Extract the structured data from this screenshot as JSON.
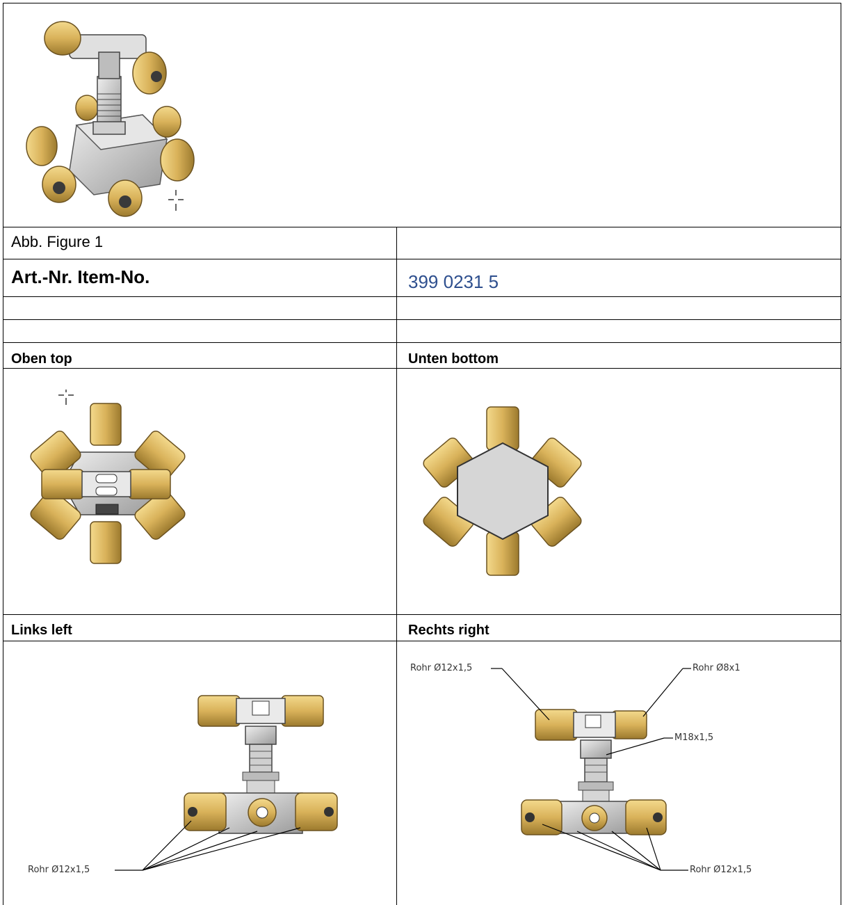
{
  "figure": {
    "caption": "Abb. Figure 1"
  },
  "item": {
    "label": "Art.-Nr. Item-No.",
    "value": "399 0231 5"
  },
  "views": {
    "top": "Oben top",
    "bottom": "Unten bottom",
    "left": "Links left",
    "right": "Rechts right"
  },
  "callouts": {
    "left_pipe": "Rohr Ø12x1,5",
    "right_pipe_top_left": "Rohr Ø12x1,5",
    "right_pipe_top_right": "Rohr Ø8x1",
    "right_thread": "M18x1,5",
    "right_pipe_bottom": "Rohr Ø12x1,5"
  },
  "colors": {
    "brass": "#d9b25a",
    "steel": "#c8c8c8",
    "item_value": "#2e4f8e"
  }
}
